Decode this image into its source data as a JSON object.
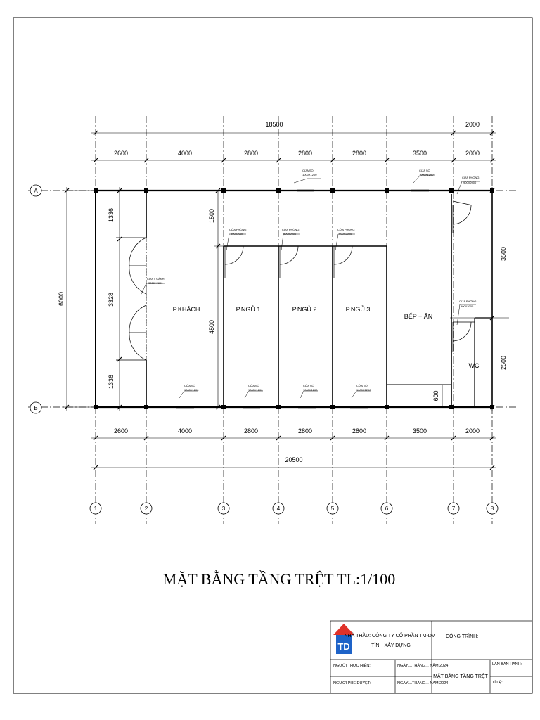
{
  "drawing_title": "MẶT BẰNG TẦNG TRỆT  TL:1/100",
  "grid_rows": [
    "A",
    "B"
  ],
  "grid_cols": [
    "1",
    "2",
    "3",
    "4",
    "5",
    "6",
    "7",
    "8"
  ],
  "dims_top_total": "18500",
  "dims_top_extra": "2000",
  "dims_top": [
    "2600",
    "4000",
    "2800",
    "2800",
    "2800",
    "3500",
    "2000"
  ],
  "dims_bottom": [
    "2600",
    "4000",
    "2800",
    "2800",
    "2800",
    "3500",
    "2000"
  ],
  "dims_bottom_total": "20500",
  "dim_left_total": "6000",
  "dims_left": [
    "1336",
    "3328",
    "1336"
  ],
  "dim_1500": "1500",
  "dim_4500": "4500",
  "dims_right": [
    "3500",
    "2500"
  ],
  "dim_600": "600",
  "rooms": {
    "khach": "P.KHÁCH",
    "ngu1": "P.NGỦ 1",
    "ngu2": "P.NGỦ 2",
    "ngu3": "P.NGỦ 3",
    "bep": "BẾP + ĂN",
    "wc": "WC"
  },
  "notes": {
    "window_label": "CỬA SỔ",
    "window_size": "1000X1200",
    "door_label": "CỬA PHÒNG",
    "door_size": "900X2000",
    "door4_label": "CỬA 4 CÁNH",
    "door4_size": "3328X2800"
  },
  "title_block": {
    "contractor_line1": "NHÀ THẦU: CÔNG TY CỔ PHẦN TM-DV",
    "contractor_line2": "TỈNH XÂY DỰNG",
    "project_label": "CÔNG TRÌNH:",
    "performer_label": "NGƯỜI THỰC HIỆN:",
    "approver_label": "NGƯỜI PHÊ DUYỆT:",
    "date1": "NGÀY....THÁNG... NĂM 2024",
    "date2": "NGÀY....THÁNG... NĂM 2024",
    "sheet_name": "MẶT BẰNG TẦNG TRỆT",
    "revision_label": "LẦN BAN HÀNH:",
    "scale_label": "TỈ LỆ:",
    "logo_text": "TD",
    "logo_color": "#1e63c8",
    "roof_color": "#e0322a"
  }
}
